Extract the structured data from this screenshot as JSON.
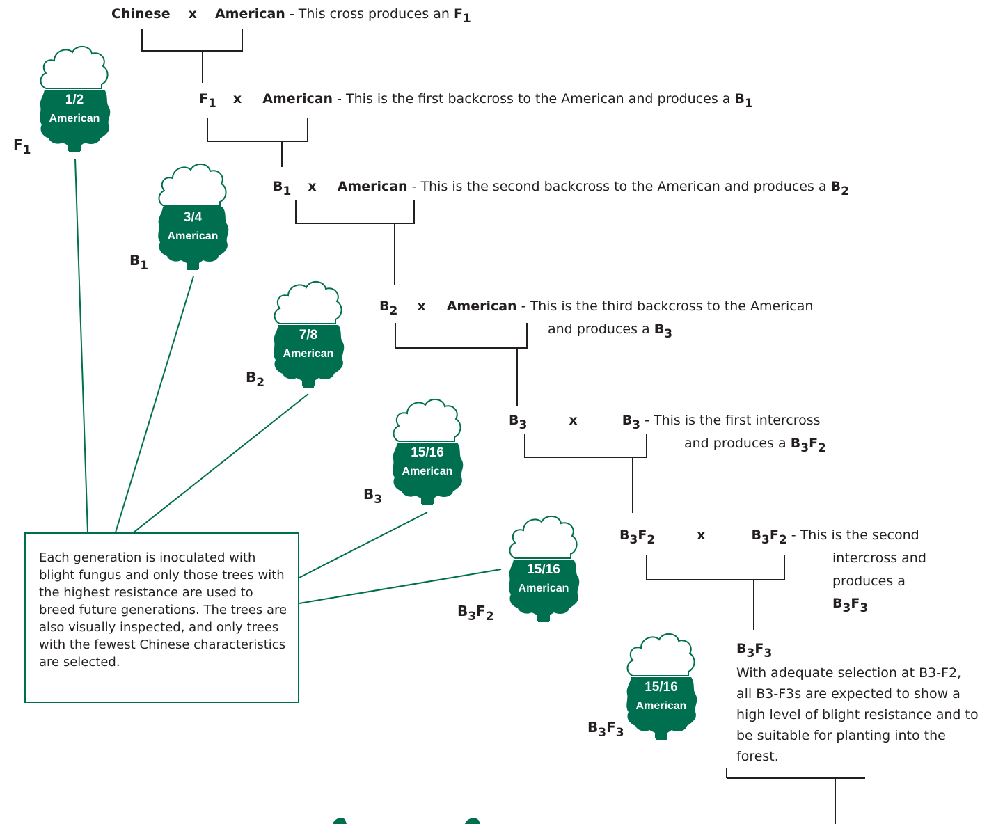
{
  "colors": {
    "tree": "#006f4f",
    "line": "#231f20",
    "box_border": "#006f4f"
  },
  "crosses": {
    "c1": {
      "a": "Chinese",
      "x": "x",
      "b": "American",
      "desc": "- This cross produces an",
      "prod": "F",
      "prod_sub": "1"
    },
    "c2": {
      "a": "F",
      "a_sub": "1",
      "x": "x",
      "b": "American",
      "desc": "- This is the first backcross to the American and produces a",
      "prod": "B",
      "prod_sub": "1"
    },
    "c3": {
      "a": "B",
      "a_sub": "1",
      "x": "x",
      "b": "American",
      "desc": "- This is the second backcross to the American and produces a",
      "prod": "B",
      "prod_sub": "2"
    },
    "c4": {
      "a": "B",
      "a_sub": "2",
      "x": "x",
      "b": "American",
      "desc1": "- This is the third backcross to the American",
      "desc2": "and produces a",
      "prod": "B",
      "prod_sub": "3"
    },
    "c5": {
      "a": "B",
      "a_sub": "3",
      "x": "x",
      "b": "B",
      "b_sub": "3",
      "desc1": "- This is the first intercross",
      "desc2": "and produces a",
      "prod": "B",
      "prod_sub": "3",
      "prod2": "F",
      "prod2_sub": "2"
    },
    "c6": {
      "a": "B",
      "a_sub": "3",
      "a2": "F",
      "a2_sub": "2",
      "x": "x",
      "b": "B",
      "b_sub": "3",
      "b2": "F",
      "b2_sub": "2",
      "desc1": "- This is the second",
      "desc2": "intercross and",
      "desc3": "produces a",
      "prod": "B",
      "prod_sub": "3",
      "prod2": "F",
      "prod2_sub": "3"
    },
    "final": {
      "title": "B",
      "title_sub": "3",
      "title2": "F",
      "title2_sub": "3",
      "text": "With adequate selection at B3-F2, all B3-F3s are expected to show a high level of blight resistance and to be suitable for planting into the forest."
    }
  },
  "trees": [
    {
      "fraction": "1/2",
      "label": "American",
      "gen": "F",
      "gen_sub": "1"
    },
    {
      "fraction": "3/4",
      "label": "American",
      "gen": "B",
      "gen_sub": "1"
    },
    {
      "fraction": "7/8",
      "label": "American",
      "gen": "B",
      "gen_sub": "2"
    },
    {
      "fraction": "15/16",
      "label": "American",
      "gen": "B",
      "gen_sub": "3"
    },
    {
      "fraction": "15/16",
      "label": "American",
      "gen": "B",
      "gen_sub": "3",
      "gen2": "F",
      "gen2_sub": "2"
    },
    {
      "fraction": "15/16",
      "label": "American",
      "gen": "B",
      "gen_sub": "3",
      "gen2": "F",
      "gen2_sub": "3"
    }
  ],
  "note": "Each generation is inoculated with blight fungus and only those trees with the highest resistance are used to breed future generations. The trees are also visually inspected, and only trees with the fewest Chinese characteristics are selected."
}
